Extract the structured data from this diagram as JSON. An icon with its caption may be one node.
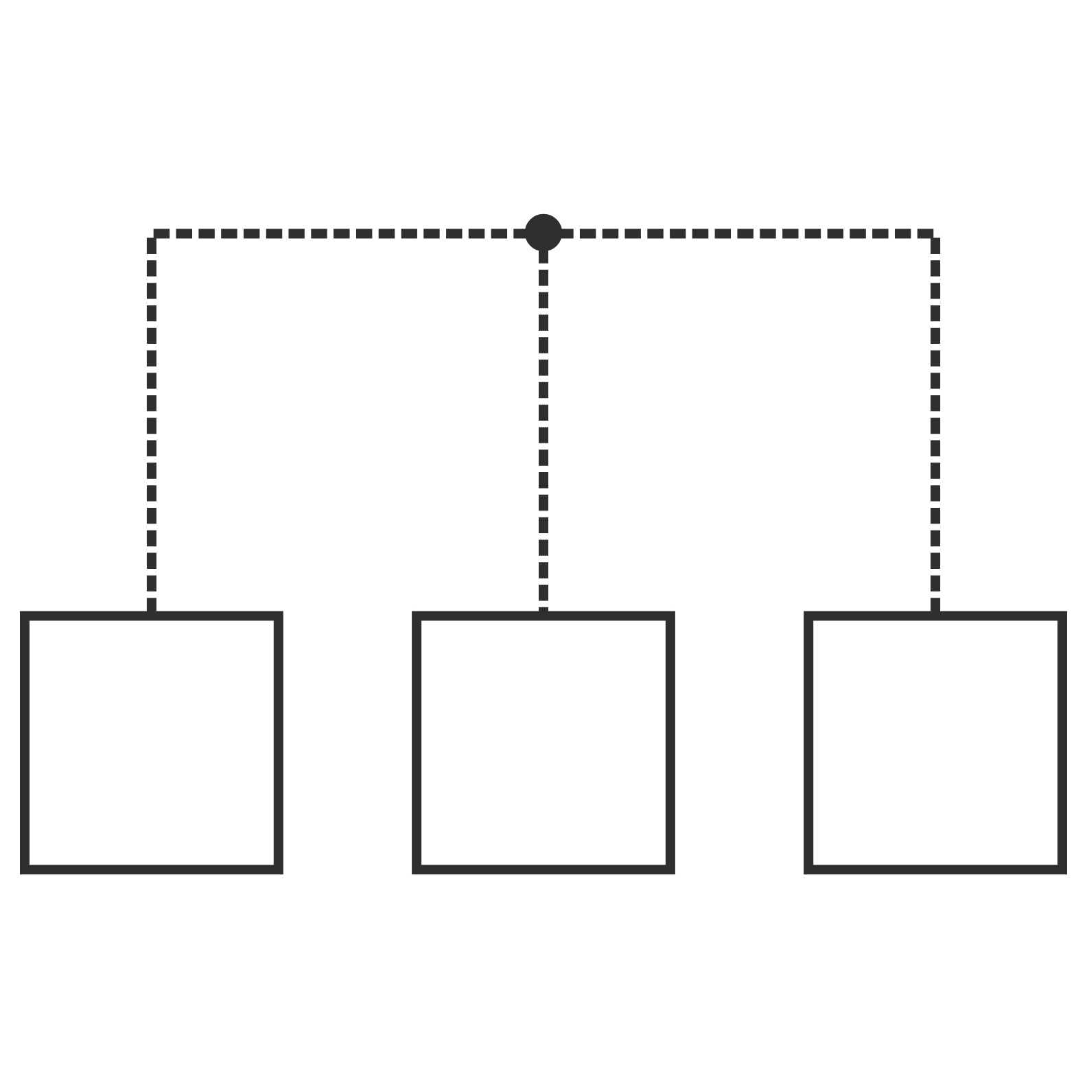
{
  "diagram": {
    "nodes": [
      {
        "text": [],
        "shape": "cross"
      },
      {
        "text": [],
        "shape": "box"
      },
      {
        "text": [],
        "shape": "box"
      },
      {
        "text": [],
        "shape": "box"
      }
    ],
    "edges": [
      {
        "from": 0,
        "to": 1,
        "arrow": "none",
        "style": "dashed"
      },
      {
        "from": 0,
        "to": 2,
        "arrow": "none",
        "style": "dashed"
      },
      {
        "from": 0,
        "to": 3,
        "arrow": "none",
        "style": "dashed"
      }
    ]
  }
}
